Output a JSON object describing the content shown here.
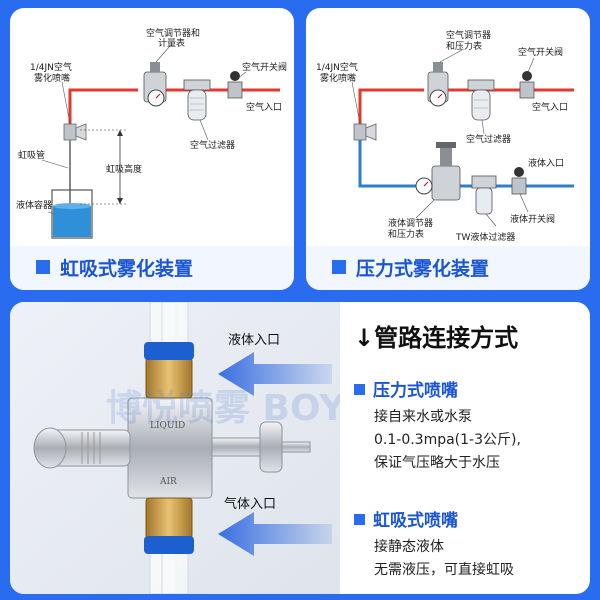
{
  "siphon_panel": {
    "caption": "虹吸式雾化装置",
    "labels": {
      "nozzle": [
        "1/4JN空气",
        "雾化喷嘴"
      ],
      "regulator": [
        "空气调节器和",
        "计量表"
      ],
      "air_valve": "空气开关阀",
      "air_inlet": "空气入口",
      "air_filter": "空气过滤器",
      "siphon_tube": "虹吸管",
      "siphon_height": "虹吸高度",
      "liquid_container": "液体容器"
    }
  },
  "pressure_panel": {
    "caption": "压力式雾化装置",
    "labels": {
      "nozzle": [
        "1/4JN空气",
        "雾化喷嘴"
      ],
      "regulator": [
        "空气调节器",
        "和压力表"
      ],
      "air_valve": "空气开关阀",
      "air_inlet": "空气入口",
      "air_filter": "空气过滤器",
      "liquid_inlet": "液体入口",
      "liquid_regulator": [
        "液体调节器",
        "和压力表"
      ],
      "liquid_valve": "液体开关阀",
      "tw_filter": "TW液体过滤器"
    }
  },
  "product_photo": {
    "liquid_inlet": "液体入口",
    "gas_inlet": "气体入口",
    "body_top_text": "LIQUID",
    "body_bottom_text": "AIR",
    "watermark": "博悦喷雾 BOYUE"
  },
  "connection": {
    "heading": "↓管路连接方式",
    "pressure_nozzle": {
      "title": "压力式喷嘴",
      "lines": [
        "接自来水或水泵",
        "0.1-0.3mpa(1-3公斤),",
        "保证气压略大于水压"
      ]
    },
    "siphon_nozzle": {
      "title": "虹吸式喷嘴",
      "lines": [
        "接静态液体",
        "无需液压，可直接虹吸"
      ]
    }
  },
  "colors": {
    "brand_blue": "#2a6cf0",
    "air_line": "#e23a2e",
    "liquid_line": "#2c7fc8",
    "arrow_blue": "#3a6fe0"
  }
}
